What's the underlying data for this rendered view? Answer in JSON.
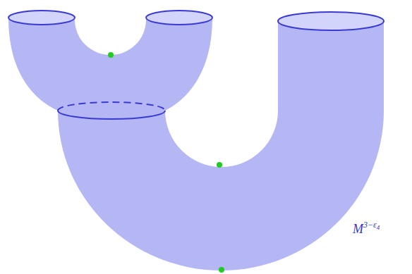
{
  "diagram": {
    "labels": [
      "M",
      "3−ε",
      "4"
    ]
  }
}
